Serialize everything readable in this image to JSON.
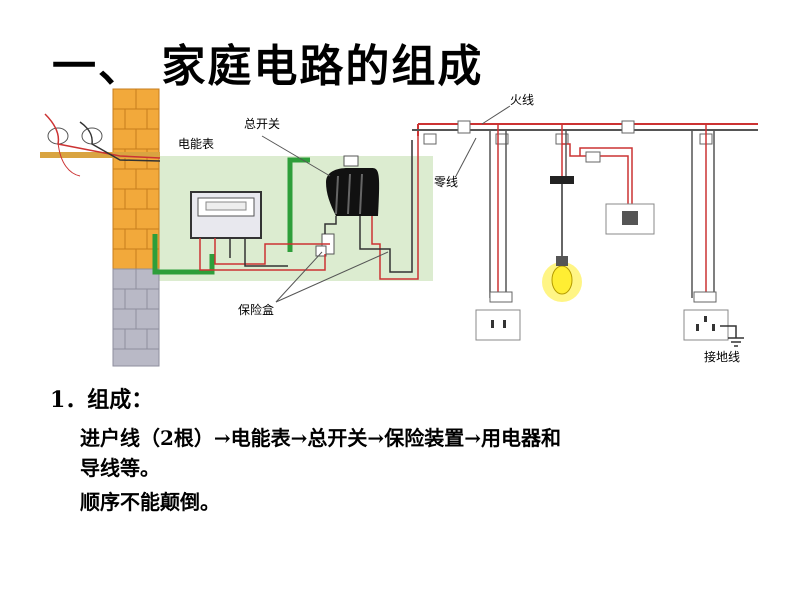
{
  "title": "一、 家庭电路的组成",
  "diagram": {
    "labels": {
      "meter": "电能表",
      "main_switch": "总开关",
      "live_wire": "火线",
      "neutral_wire": "零线",
      "fuse_box": "保险盒",
      "ground_wire": "接地线"
    }
  },
  "section": {
    "heading": "1．组成：",
    "line1": "进户线（2根）→电能表→总开关→保险装置→用电器和",
    "line2": "导线等。",
    "line3": "顺序不能颠倒。"
  },
  "colors": {
    "brick": "#f2a93b",
    "brick_lower": "#b9b9c6",
    "panel": "#dcecd0",
    "live": "#cc3333",
    "neutral": "#555555",
    "ground": "#2e9e3a",
    "bulb": "#ffee33"
  }
}
